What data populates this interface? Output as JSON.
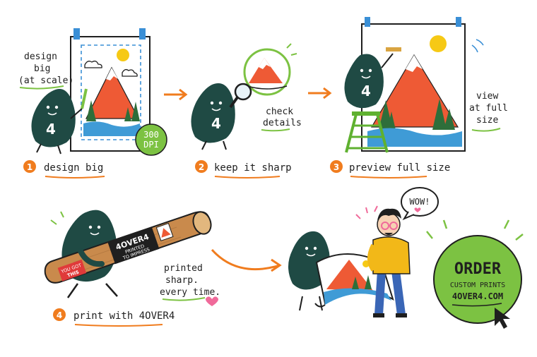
{
  "colors": {
    "mascot": "#1f4a44",
    "orange": "#f07c1e",
    "green": "#7cc242",
    "mountain": "#ee5a35",
    "water": "#3f9bd6",
    "tree": "#2e6e3a",
    "sun": "#f6c915",
    "kraft": "#c98a4c",
    "ink": "#1f1f1f",
    "hoodie": "#f2b818",
    "jeans": "#3a66b6"
  },
  "notes": {
    "design_big": [
      "design",
      "big",
      "(at scale)"
    ],
    "dpi_badge": [
      "300",
      "DPI"
    ],
    "check_details": [
      "check",
      "details"
    ],
    "view_full_size": [
      "view",
      "at full",
      "size"
    ],
    "printed_sharp": [
      "printed",
      "sharp.",
      "every time."
    ],
    "wow": "WOW!"
  },
  "steps": [
    {
      "num": "1",
      "label": "design big"
    },
    {
      "num": "2",
      "label": "keep it sharp"
    },
    {
      "num": "3",
      "label": "preview full size"
    },
    {
      "num": "4",
      "label": "print with 4OVER4"
    }
  ],
  "mascot_number": "4",
  "tube": {
    "brand": "4OVER4",
    "tagline": [
      "PRINTED",
      "TO IMPRESS"
    ],
    "sticker": [
      "YOU GOT",
      "THIS"
    ]
  },
  "cta": {
    "title": "ORDER",
    "line1": "CUSTOM PRINTS",
    "line2": "4OVER4.COM"
  }
}
